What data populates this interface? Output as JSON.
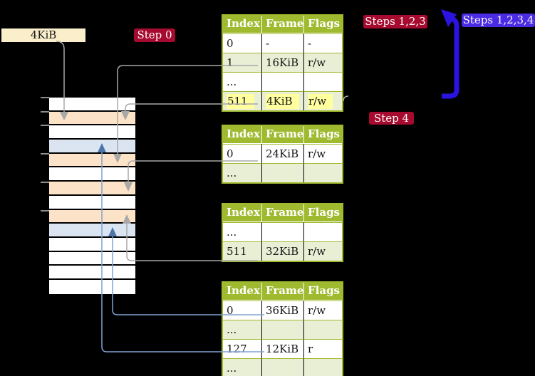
{
  "labels": {
    "frame_box": "4KiB",
    "step0": "Step 0",
    "steps123": "Steps 1,2,3",
    "steps1234": "Steps 1,2,3,4",
    "step4": "Step 4"
  },
  "colors": {
    "badge-red": "#a60b2f",
    "badge-blue": "#4b2be4",
    "arrow-blue": "#2b14df",
    "header-green": "#a0ba30",
    "row-green": "#e9efd5",
    "hl-yellow": "#ffff9e",
    "mem-orange": "#fce3c8",
    "mem-blue": "#dbe5f1",
    "cream": "#faeecb",
    "gray-line": "#a8a8a8",
    "blue-line": "#7fa3d1",
    "blue-head": "#4e75a8"
  },
  "memory": {
    "rows": [
      "white",
      "orange",
      "white",
      "blue",
      "orange",
      "white",
      "orange",
      "white",
      "orange",
      "blue",
      "white",
      "white",
      "white",
      "white"
    ],
    "tick_ys": [
      136,
      156,
      175,
      215,
      255,
      295
    ]
  },
  "tables": [
    {
      "name": "page-table-1",
      "headers": [
        "Index",
        "Frame",
        "Flags"
      ],
      "rows": [
        {
          "cells": [
            "0",
            "-",
            "-"
          ],
          "shade": false,
          "highlight": false
        },
        {
          "cells": [
            "1",
            "16KiB",
            "r/w"
          ],
          "shade": true,
          "highlight": false
        },
        {
          "cells": [
            "...",
            "",
            ""
          ],
          "shade": false,
          "highlight": false
        },
        {
          "cells": [
            "511",
            "4KiB",
            "r/w"
          ],
          "shade": true,
          "highlight": true
        }
      ]
    },
    {
      "name": "page-table-2",
      "headers": [
        "Index",
        "Frame",
        "Flags"
      ],
      "rows": [
        {
          "cells": [
            "0",
            "24KiB",
            "r/w"
          ],
          "shade": false,
          "highlight": false
        },
        {
          "cells": [
            "...",
            "",
            ""
          ],
          "shade": true,
          "highlight": false
        }
      ]
    },
    {
      "name": "page-table-3",
      "headers": [
        "Index",
        "Frame",
        "Flags"
      ],
      "rows": [
        {
          "cells": [
            "...",
            "",
            ""
          ],
          "shade": false,
          "highlight": false
        },
        {
          "cells": [
            "511",
            "32KiB",
            "r/w"
          ],
          "shade": true,
          "highlight": false
        }
      ]
    },
    {
      "name": "page-table-4",
      "headers": [
        "Index",
        "Frame",
        "Flags"
      ],
      "rows": [
        {
          "cells": [
            "0",
            "36KiB",
            "r/w"
          ],
          "shade": false,
          "highlight": false
        },
        {
          "cells": [
            "...",
            "",
            ""
          ],
          "shade": true,
          "highlight": false
        },
        {
          "cells": [
            "127",
            "12KiB",
            "r"
          ],
          "shade": false,
          "highlight": false
        },
        {
          "cells": [
            "...",
            "",
            ""
          ],
          "shade": true,
          "highlight": false
        }
      ]
    }
  ]
}
